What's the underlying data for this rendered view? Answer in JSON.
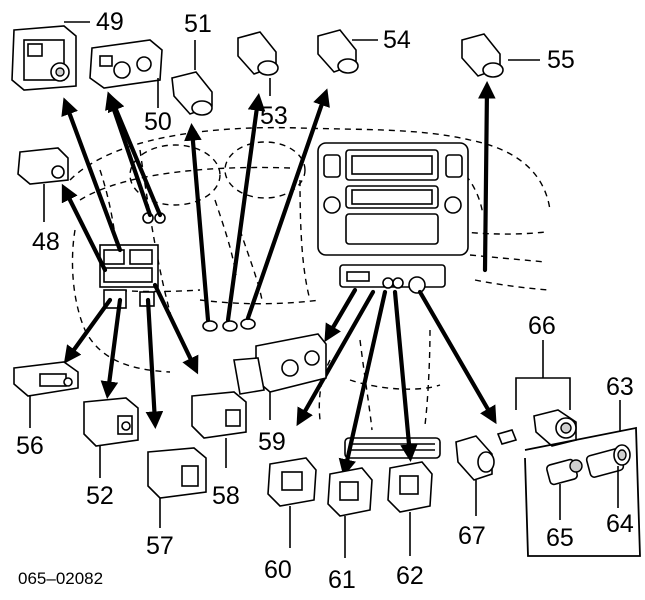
{
  "diagram": {
    "doc_code": "065–02082",
    "callouts": [
      "49",
      "50",
      "51",
      "53",
      "54",
      "55",
      "48",
      "66",
      "63",
      "56",
      "52",
      "57",
      "58",
      "59",
      "60",
      "61",
      "62",
      "67",
      "65",
      "64"
    ]
  }
}
